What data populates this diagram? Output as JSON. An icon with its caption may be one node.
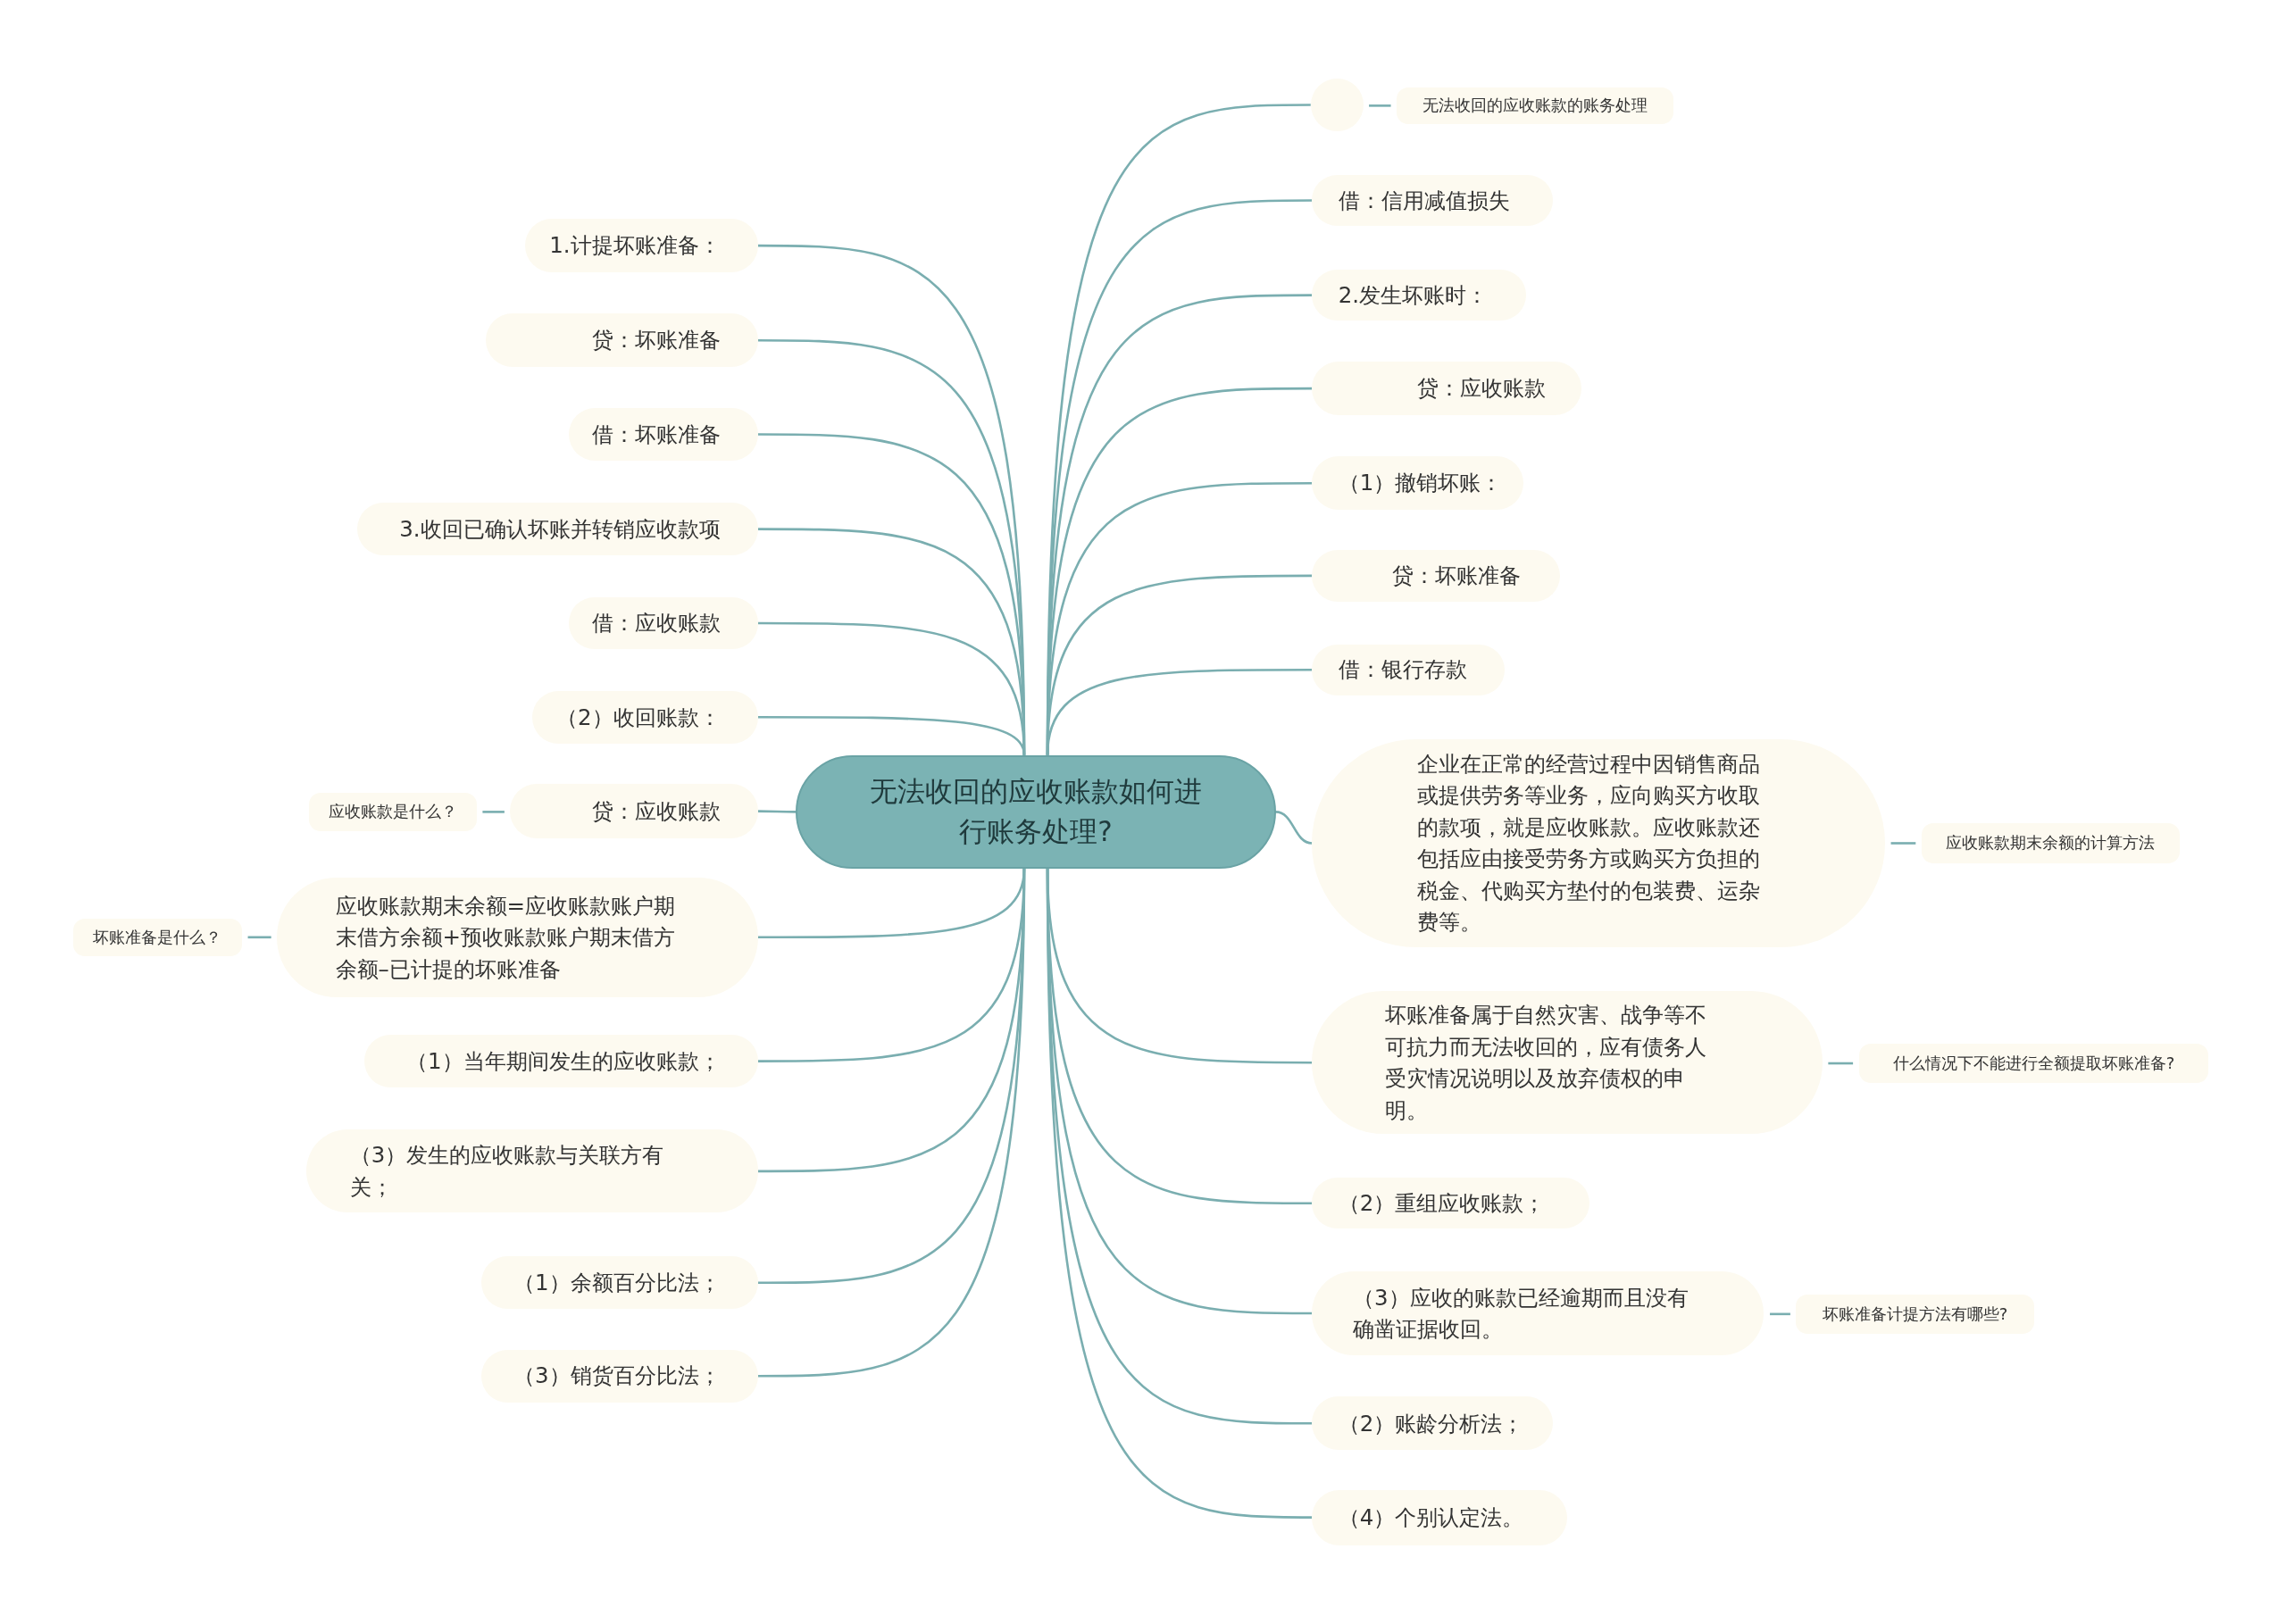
{
  "diagram": {
    "nodes": [
      {
        "text": [
          "无法收回的应收账款如何进行账务处理?"
        ]
      },
      {
        "text": [],
        "shape": "circle"
      },
      {
        "text": [
          "无法收回的应收账款的账务处理"
        ]
      },
      {
        "text": [
          "借：信用减值损失"
        ]
      },
      {
        "text": [
          "2.发生坏账时："
        ]
      },
      {
        "text": [
          "贷：应收账款"
        ]
      },
      {
        "text": [
          "（1）撤销坏账："
        ]
      },
      {
        "text": [
          "贷：坏账准备"
        ]
      },
      {
        "text": [
          "借：银行存款"
        ]
      },
      {
        "text": [
          "企业在正常的经营过程中因销售商品或提供劳务等业务，应向购买方收取的款项，就是应收账款。应收账款还包括应由接受劳务方或购买方负担的税金、代购买方垫付的包装费、运杂费等。"
        ]
      },
      {
        "text": [
          "应收账款期末余额的计算方法"
        ]
      },
      {
        "text": [
          "坏账准备属于自然灾害、战争等不可抗力而无法收回的，应有债务人受灾情况说明以及放弃债权的申明。"
        ]
      },
      {
        "text": [
          "什么情况下不能进行全额提取坏账准备?"
        ]
      },
      {
        "text": [
          "（2）重组应收账款；"
        ]
      },
      {
        "text": [
          "（3）应收的账款已经逾期而且没有确凿证据收回。"
        ]
      },
      {
        "text": [
          "坏账准备计提方法有哪些?"
        ]
      },
      {
        "text": [
          "（2）账龄分析法；"
        ]
      },
      {
        "text": [
          "（4）个别认定法。"
        ]
      },
      {
        "text": [
          "1.计提坏账准备："
        ]
      },
      {
        "text": [
          "贷：坏账准备"
        ]
      },
      {
        "text": [
          "借：坏账准备"
        ]
      },
      {
        "text": [
          "3.收回已确认坏账并转销应收款项"
        ]
      },
      {
        "text": [
          "借：应收账款"
        ]
      },
      {
        "text": [
          "（2）收回账款："
        ]
      },
      {
        "text": [
          "贷：应收账款"
        ]
      },
      {
        "text": [
          "应收账款是什么？"
        ]
      },
      {
        "text": [
          "应收账款期末余额=应收账款账户期末借方余额+预收账款账户期末借方余额–已计提的坏账准备"
        ]
      },
      {
        "text": [
          "坏账准备是什么？"
        ]
      },
      {
        "text": [
          "（1）当年期间发生的应收账款；"
        ]
      },
      {
        "text": [
          "（3）发生的应收账款与关联方有关；"
        ]
      },
      {
        "text": [
          "（1）余额百分比法；"
        ]
      },
      {
        "text": [
          "（3）销货百分比法；"
        ]
      }
    ],
    "edges": [
      {
        "from": 0,
        "to": 1,
        "arrow": "none"
      },
      {
        "from": 1,
        "to": 2,
        "arrow": "none"
      },
      {
        "from": 0,
        "to": 3,
        "arrow": "none"
      },
      {
        "from": 0,
        "to": 4,
        "arrow": "none"
      },
      {
        "from": 0,
        "to": 5,
        "arrow": "none"
      },
      {
        "from": 0,
        "to": 6,
        "arrow": "none"
      },
      {
        "from": 0,
        "to": 7,
        "arrow": "none"
      },
      {
        "from": 0,
        "to": 8,
        "arrow": "none"
      },
      {
        "from": 0,
        "to": 9,
        "arrow": "none"
      },
      {
        "from": 9,
        "to": 10,
        "arrow": "none"
      },
      {
        "from": 0,
        "to": 11,
        "arrow": "none"
      },
      {
        "from": 11,
        "to": 12,
        "arrow": "none"
      },
      {
        "from": 0,
        "to": 13,
        "arrow": "none"
      },
      {
        "from": 0,
        "to": 14,
        "arrow": "none"
      },
      {
        "from": 14,
        "to": 15,
        "arrow": "none"
      },
      {
        "from": 0,
        "to": 16,
        "arrow": "none"
      },
      {
        "from": 0,
        "to": 17,
        "arrow": "none"
      },
      {
        "from": 0,
        "to": 18,
        "arrow": "none"
      },
      {
        "from": 0,
        "to": 19,
        "arrow": "none"
      },
      {
        "from": 0,
        "to": 20,
        "arrow": "none"
      },
      {
        "from": 0,
        "to": 21,
        "arrow": "none"
      },
      {
        "from": 0,
        "to": 22,
        "arrow": "none"
      },
      {
        "from": 0,
        "to": 23,
        "arrow": "none"
      },
      {
        "from": 0,
        "to": 24,
        "arrow": "none"
      },
      {
        "from": 24,
        "to": 25,
        "arrow": "none"
      },
      {
        "from": 0,
        "to": 26,
        "arrow": "none"
      },
      {
        "from": 26,
        "to": 27,
        "arrow": "none"
      },
      {
        "from": 0,
        "to": 28,
        "arrow": "none"
      },
      {
        "from": 0,
        "to": 29,
        "arrow": "none"
      },
      {
        "from": 0,
        "to": 30,
        "arrow": "none"
      },
      {
        "from": 0,
        "to": 31,
        "arrow": "none"
      }
    ]
  }
}
